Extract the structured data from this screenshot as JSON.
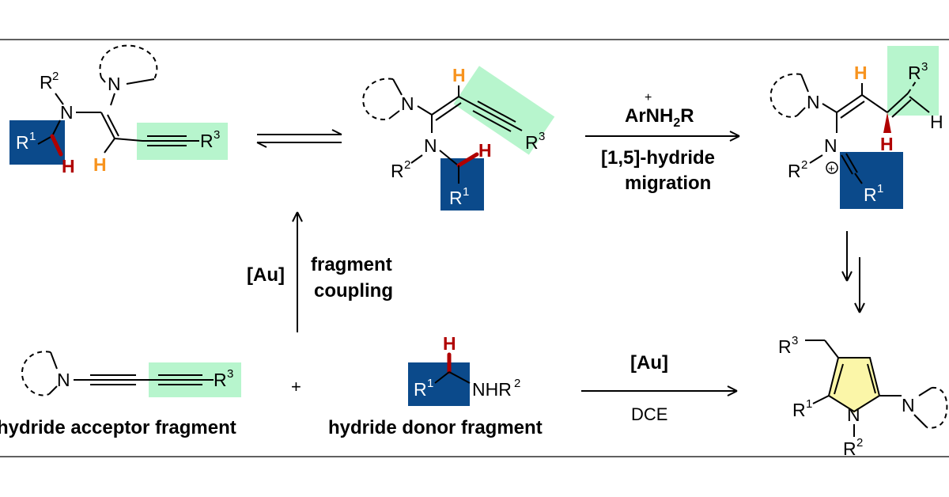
{
  "colors": {
    "frame_rule": "#000000",
    "donor_box": "#0b4a8b",
    "alkyne_box": "#b7f5cd",
    "pyrrole_ring": "#fbf6a8",
    "gold_catalyst": "#f7931e",
    "migrating_hydride": "#b00000"
  },
  "atoms": {
    "N": "N",
    "R": "R",
    "H": "H",
    "nhr": "NHR",
    "sup1": "1",
    "sup2": "2",
    "sup3": "3",
    "plus_charge": "+"
  },
  "conditions": {
    "catalyst": "[Au]",
    "coupling_line1": "fragment",
    "coupling_line2": "coupling",
    "reagent_plus": "+",
    "reagent_main": "ArNH",
    "reagent_sub": "2",
    "reagent_tail": "R",
    "migration_line1": "[1,5]-hydride",
    "migration_line2": "migration",
    "solvent": "DCE"
  },
  "reactants": {
    "plus_sign": "+",
    "acceptor_label": "hydride acceptor fragment",
    "donor_label": "hydride donor fragment"
  }
}
